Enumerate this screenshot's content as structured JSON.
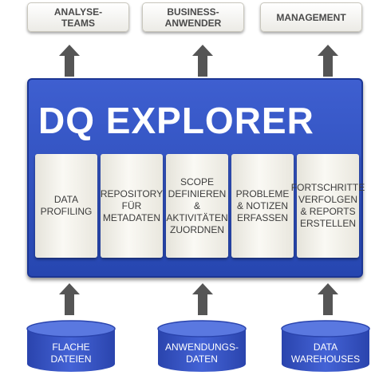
{
  "top_boxes": [
    {
      "label": "ANALYSE-\nTEAMS"
    },
    {
      "label": "BUSINESS-\nANWENDER"
    },
    {
      "label": "MANAGEMENT"
    }
  ],
  "panel": {
    "title": "DQ EXPLORER",
    "cards": [
      {
        "label": "DATA\nPROFILING"
      },
      {
        "label": "REPOSITORY\nFÜR\nMETADATEN"
      },
      {
        "label": "SCOPE\nDEFINIEREN &\nAKTIVITÄTEN\nZUORDNEN"
      },
      {
        "label": "PROBLEME\n& NOTIZEN\nERFASSEN"
      },
      {
        "label": "FORTSCHRITTE\nVERFOLGEN\n& REPORTS\nERSTELLEN"
      }
    ]
  },
  "sources": [
    {
      "label": "FLACHE\nDATEIEN"
    },
    {
      "label": "ANWENDUNGS-\nDATEN"
    },
    {
      "label": "DATA\nWAREHOUSES"
    }
  ],
  "colors": {
    "panel_blue": "#2f4fc0",
    "arrow_gray": "#555555",
    "cylinder_blue": "#3450c4"
  }
}
